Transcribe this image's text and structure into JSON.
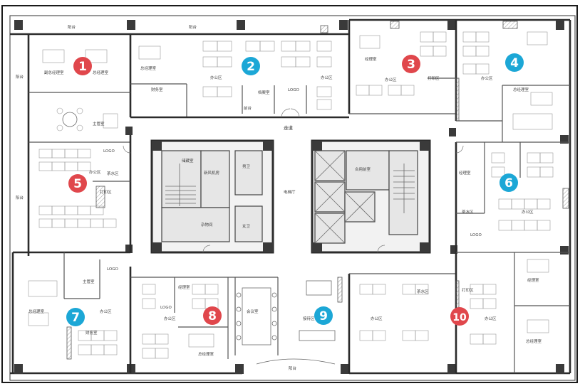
{
  "markers": [
    {
      "id": 1,
      "label": "1",
      "color": "#e0474c"
    },
    {
      "id": 2,
      "label": "2",
      "color": "#1ca7d6"
    },
    {
      "id": 3,
      "label": "3",
      "color": "#e0474c"
    },
    {
      "id": 4,
      "label": "4",
      "color": "#1ca7d6"
    },
    {
      "id": 5,
      "label": "5",
      "color": "#e0474c"
    },
    {
      "id": 6,
      "label": "6",
      "color": "#1ca7d6"
    },
    {
      "id": 7,
      "label": "7",
      "color": "#1ca7d6"
    },
    {
      "id": 8,
      "label": "8",
      "color": "#e0474c"
    },
    {
      "id": 9,
      "label": "9",
      "color": "#1ca7d6"
    },
    {
      "id": 10,
      "label": "10",
      "color": "#e0474c"
    }
  ],
  "labels": {
    "balcony_top_left": "阳台",
    "balcony_top_mid": "阳台",
    "balcony_left": "阳台",
    "balcony_left2": "阳台",
    "balcony_bottom": "阳台",
    "gm_office": "总经理室",
    "deputy_gm": "副总经理室",
    "office_area_1": "办公区",
    "office_area_2": "办公区",
    "office_area_3": "办公区",
    "office_area_4": "办公区",
    "office_area_5": "办公区",
    "office_area_6": "办公区",
    "office_area_7": "办公区",
    "office_area_8": "办公区",
    "office_area_9": "办公区",
    "office_area_10": "办公区",
    "finance": "财务室",
    "supervisor": "主管室",
    "corridor": "走道",
    "elevator_hall": "电梯厅",
    "fan_room": "新风机房",
    "toilet_m": "男卫",
    "toilet_f": "女卫",
    "utility": "杂物间",
    "fire_room": "合用前室",
    "meeting": "会议室",
    "reception": "接待区",
    "tea": "茶水区",
    "storage": "储藏室",
    "logo": "LOGO",
    "front_desk": "前台",
    "archive": "档案室",
    "manager": "经理室",
    "print": "打印区"
  },
  "colors": {
    "marker_red": "#e0474c",
    "marker_blue": "#1ca7d6",
    "wall": "#2b2b2b"
  }
}
